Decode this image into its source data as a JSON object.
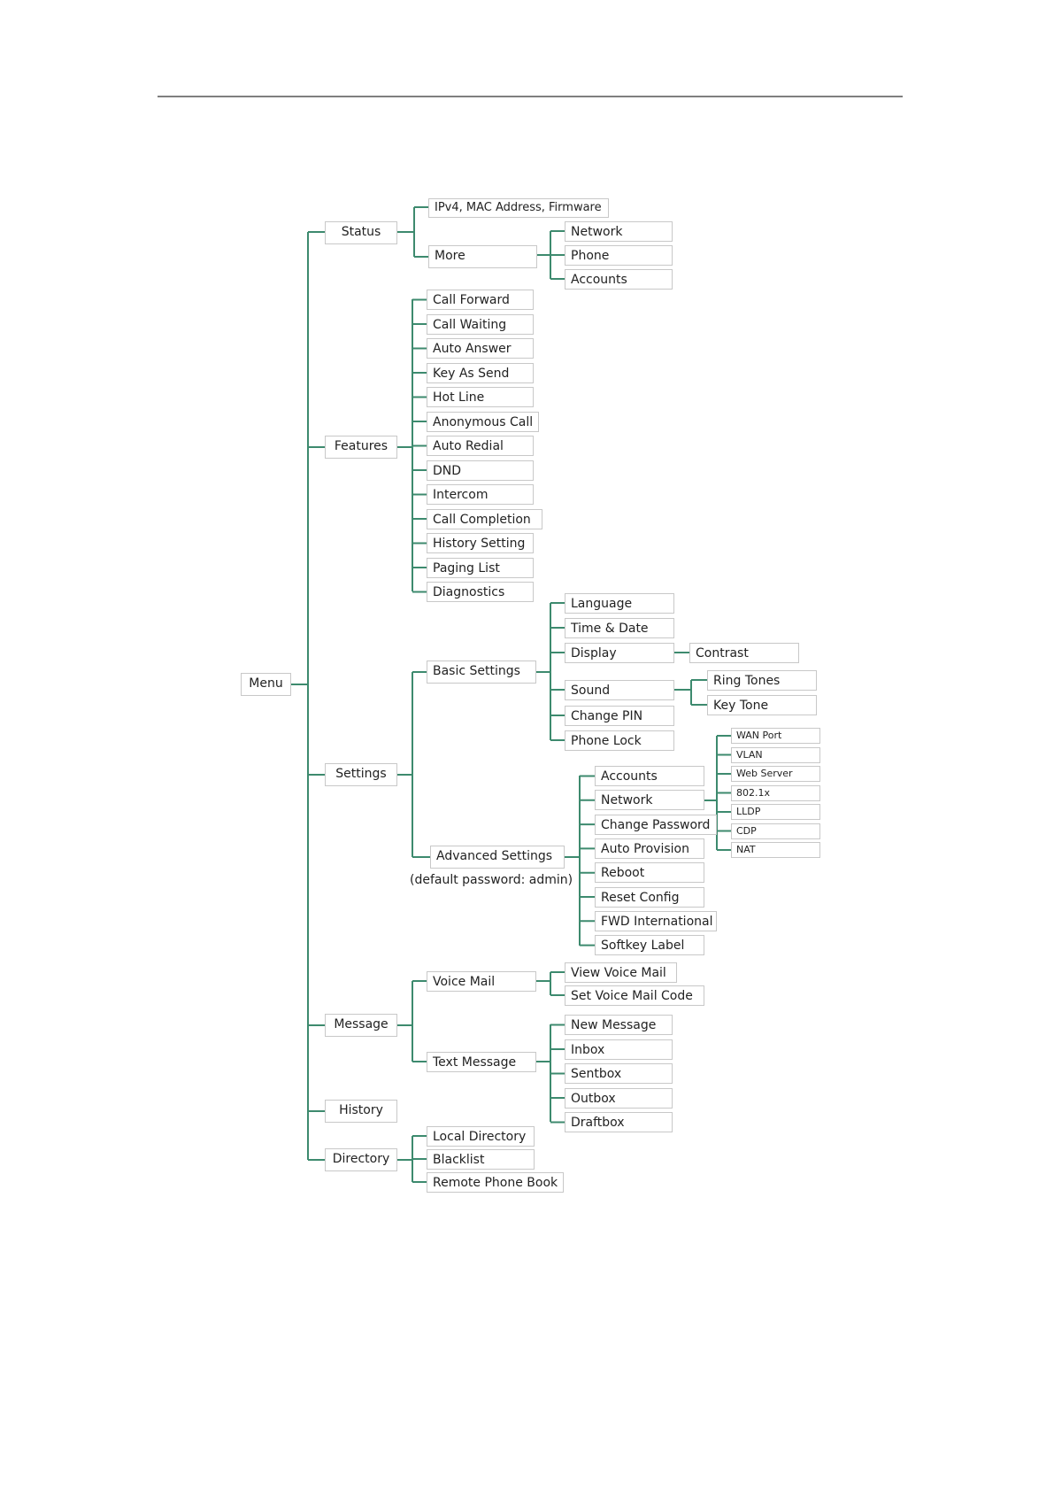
{
  "diagram": {
    "line_color": "#3d8a6e",
    "rule_color": "#555555",
    "root": "Menu",
    "status": {
      "label": "Status",
      "children": [
        "IPv4, MAC Address, Firmware",
        "More"
      ],
      "more_children": [
        "Network",
        "Phone",
        "Accounts"
      ]
    },
    "features": {
      "label": "Features",
      "children": [
        "Call Forward",
        "Call Waiting",
        "Auto Answer",
        "Key As Send",
        "Hot Line",
        "Anonymous Call",
        "Auto Redial",
        "DND",
        "Intercom",
        "Call Completion",
        "History Setting",
        "Paging List",
        "Diagnostics"
      ]
    },
    "settings": {
      "label": "Settings",
      "basic": {
        "label": "Basic Settings",
        "children": [
          "Language",
          "Time & Date",
          "Display",
          "Sound",
          "Change PIN",
          "Phone Lock"
        ],
        "display_children": [
          "Contrast"
        ],
        "sound_children": [
          "Ring Tones",
          "Key Tone"
        ]
      },
      "advanced": {
        "label": "Advanced Settings",
        "note": "(default password: admin)",
        "children": [
          "Accounts",
          "Network",
          "Change Password",
          "Auto Provision",
          "Reboot",
          "Reset Config",
          "FWD International",
          "Softkey Label"
        ],
        "network_children": [
          "WAN Port",
          "VLAN",
          "Web Server",
          "802.1x",
          "LLDP",
          "CDP",
          "NAT"
        ]
      }
    },
    "message": {
      "label": "Message",
      "voice_mail": {
        "label": "Voice Mail",
        "children": [
          "View Voice Mail",
          "Set Voice Mail Code"
        ]
      },
      "text_message": {
        "label": "Text Message",
        "children": [
          "New Message",
          "Inbox",
          "Sentbox",
          "Outbox",
          "Draftbox"
        ]
      }
    },
    "history": {
      "label": "History"
    },
    "directory": {
      "label": "Directory",
      "children": [
        "Local Directory",
        "Blacklist",
        "Remote Phone Book"
      ]
    }
  }
}
